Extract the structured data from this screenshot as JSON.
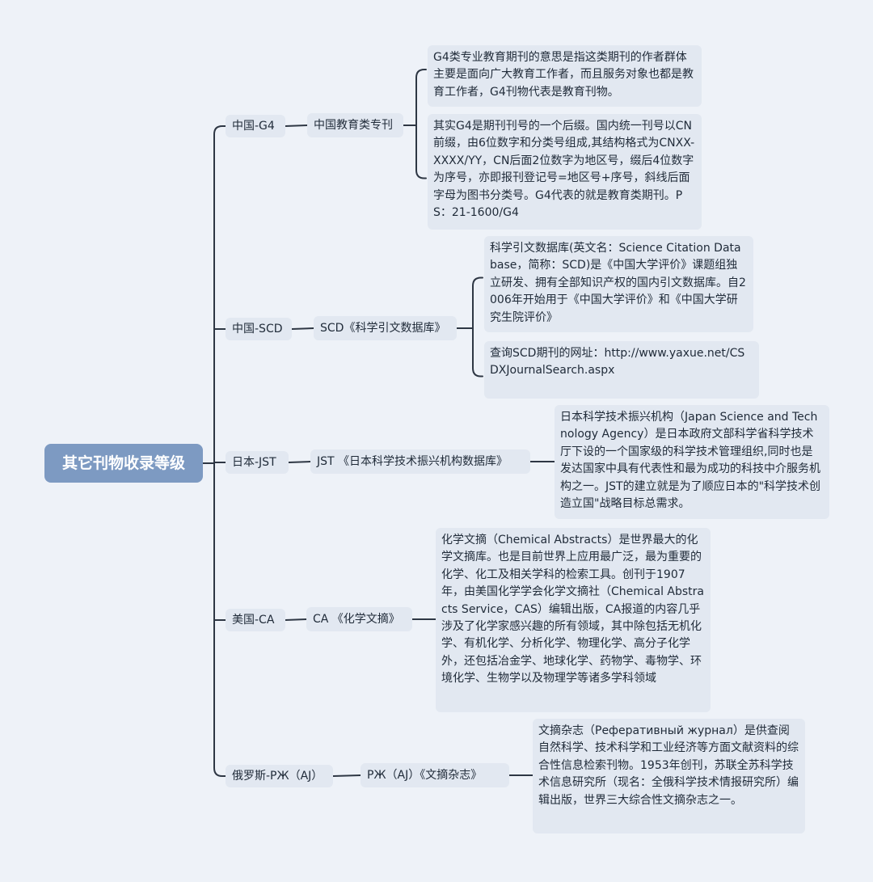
{
  "root": {
    "label": "其它刊物收录等级"
  },
  "branches": [
    {
      "country": "中国-G4",
      "source": "中国教育类专刊",
      "details": [
        "G4类专业教育期刊的意思是指这类期刊的作者群体主要是面向广大教育工作者，而且服务对象也都是教育工作者，G4刊物代表是教育刊物。",
        "其实G4是期刊刊号的一个后缀。国内统一刊号以CN前缀，由6位数字和分类号组成,其结构格式为CNXX-XXXX/YY，CN后面2位数字为地区号，缀后4位数字为序号，亦即报刊登记号=地区号+序号，斜线后面字母为图书分类号。G4代表的就是教育类期刊。PS：21-1600/G4"
      ]
    },
    {
      "country": "中国-SCD",
      "source": "SCD《科学引文数据库》",
      "details": [
        "科学引文数据库(英文名：Science Citation Database，简称：SCD)是《中国大学评价》课题组独立研发、拥有全部知识产权的国内引文数据库。自2006年开始用于《中国大学评价》和《中国大学研究生院评价》",
        "查询SCD期刊的网址：http://www.yaxue.net/CSDXJournalSearch.aspx"
      ]
    },
    {
      "country": "日本-JST",
      "source": "JST 《日本科学技术振兴机构数据库》",
      "details": [
        "日本科学技术振兴机构（Japan Science and Technology Agency）是日本政府文部科学省科学技术厅下设的一个国家级的科学技术管理组织,同时也是发达国家中具有代表性和最为成功的科技中介服务机构之一。JST的建立就是为了顺应日本的\"科学技术创造立国\"战略目标总需求。"
      ]
    },
    {
      "country": "美国-CA",
      "source": "CA 《化学文摘》",
      "details": [
        "化学文摘（Chemical Abstracts）是世界最大的化学文摘库。也是目前世界上应用最广泛，最为重要的化学、化工及相关学科的检索工具。创刊于1907年，由美国化学学会化学文摘社（Chemical Abstracts Service，CAS）编辑出版，CA报道的内容几乎涉及了化学家感兴趣的所有领域，其中除包括无机化学、有机化学、分析化学、物理化学、高分子化学外，还包括冶金学、地球化学、药物学、毒物学、环境化学、生物学以及物理学等诸多学科领域"
      ]
    },
    {
      "country": "俄罗斯-PЖ（AJ）",
      "source": "PЖ（AJ）《文摘杂志》",
      "details": [
        "文摘杂志（Реферативный журнал）是供查阅自然科学、技术科学和工业经济等方面文献资料的综合性信息检索刊物。1953年创刊，苏联全苏科学技术信息研究所（现名：全俄科学技术情报研究所）编辑出版，世界三大综合性文摘杂志之一。"
      ]
    }
  ],
  "colors": {
    "background": "#eef2f8",
    "node": "#e2e8f1",
    "root": "#7d9ac2",
    "line": "#2e3744"
  }
}
